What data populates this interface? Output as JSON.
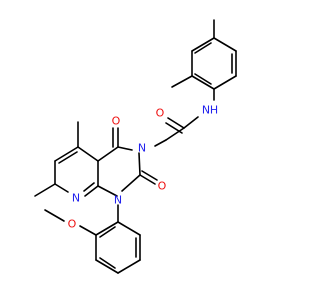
{
  "molecule": {
    "atom_labels": {
      "amide_n": "N",
      "amide_h": "H",
      "amide_o": "O",
      "c4_o": "O",
      "c2_o": "O",
      "n3": "N",
      "n1": "N",
      "n8": "N",
      "ether_o": "O"
    }
  },
  "colors": {
    "carbon_bond": "#000000",
    "nitrogen": "#2222ee",
    "oxygen": "#ee1111",
    "background": "#ffffff"
  }
}
